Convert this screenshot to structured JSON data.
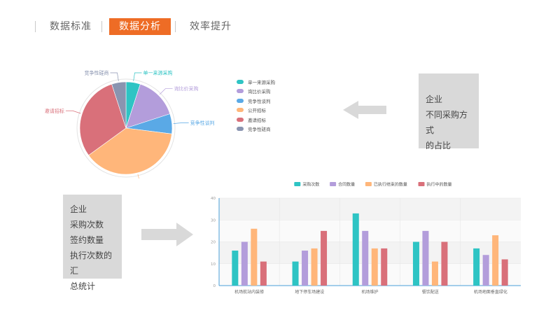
{
  "tabs": [
    {
      "label": "数据标准",
      "active": false
    },
    {
      "label": "数据分析",
      "active": true
    },
    {
      "label": "效率提升",
      "active": false
    }
  ],
  "colors": {
    "accent": "#ee6c25",
    "teal": "#2ec4c4",
    "purple": "#b39ddb",
    "blue": "#5aa9e6",
    "orange": "#ffb67a",
    "red": "#d9707a",
    "slate": "#8a94b0"
  },
  "top_box": {
    "lines": [
      "企业",
      "不同采购方式",
      "的占比"
    ]
  },
  "bottom_box": {
    "lines": [
      "企业",
      "采购次数",
      "签约数量",
      "执行次数的汇",
      "总统计"
    ]
  },
  "chart_data": [
    {
      "type": "pie",
      "labels": [
        "单一来源采购",
        "询比价采购",
        "竞争性谈判",
        "公开招标",
        "邀请招标",
        "竞争性磋商"
      ],
      "values": [
        5,
        15,
        7,
        38,
        30,
        5
      ],
      "colors": [
        "#2ec4c4",
        "#b39ddb",
        "#5aa9e6",
        "#ffb67a",
        "#d9707a",
        "#8a94b0"
      ],
      "legend": "right"
    },
    {
      "type": "bar",
      "categories": [
        "机场航站内装修",
        "地下停车场建设",
        "机场维护",
        "餐饮配送",
        "机场地面垂直绿化"
      ],
      "series": [
        {
          "name": "采购次数",
          "color": "#2ec4c4",
          "values": [
            16,
            11,
            33,
            20,
            17
          ]
        },
        {
          "name": "合同数量",
          "color": "#b39ddb",
          "values": [
            20,
            16,
            25,
            25,
            14
          ]
        },
        {
          "name": "已执行结束的数量",
          "color": "#ffb67a",
          "values": [
            26,
            17,
            17,
            11,
            23
          ]
        },
        {
          "name": "执行中的数量",
          "color": "#d9707a",
          "values": [
            11,
            25,
            17,
            20,
            12
          ]
        }
      ],
      "yticks": [
        "0",
        "10",
        "20",
        "30",
        "40"
      ],
      "ylim": [
        0,
        40
      ],
      "legend": "top-center",
      "grid": true
    }
  ]
}
